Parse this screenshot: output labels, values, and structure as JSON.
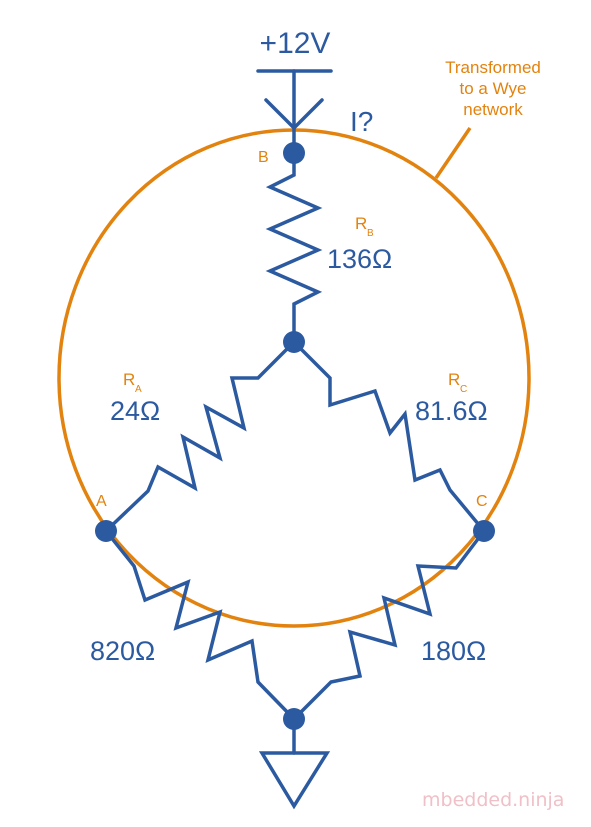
{
  "supply": {
    "label": "+12V"
  },
  "current": {
    "label": "I?"
  },
  "note": {
    "line1": "Transformed",
    "line2": "to a Wye",
    "line3": "network"
  },
  "nodes": {
    "a": "A",
    "b": "B",
    "c": "C"
  },
  "resistors": {
    "rb": {
      "letter": "R",
      "sub": "B",
      "value": "136Ω"
    },
    "ra": {
      "letter": "R",
      "sub": "A",
      "value": "24Ω"
    },
    "rc": {
      "letter": "R",
      "sub": "C",
      "value": "81.6Ω"
    },
    "left": {
      "value": "820Ω"
    },
    "right": {
      "value": "180Ω"
    }
  },
  "colors": {
    "circuit": "#2c5aa0",
    "highlight": "#e3830f",
    "watermark": "#f0c0c8"
  },
  "watermark": "mbedded.ninja"
}
